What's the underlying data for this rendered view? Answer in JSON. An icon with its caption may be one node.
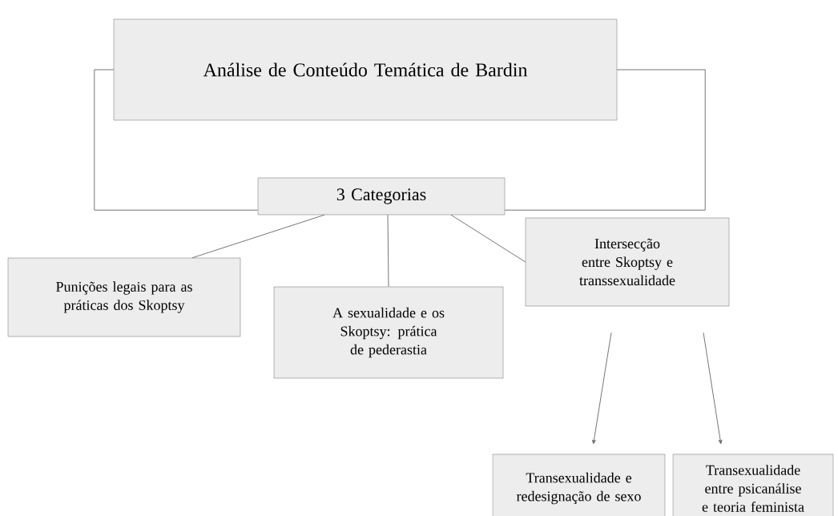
{
  "diagram": {
    "nodes": [
      {
        "text": [
          "Análise de Conteúdo Temática de Bardin"
        ]
      },
      {
        "text": [
          "3 Categorias"
        ]
      },
      {
        "text": [
          "Punições legais para as práticas dos Skoptsy"
        ]
      },
      {
        "text": [
          "A sexualidade e os Skoptsy: prática de pederastia"
        ]
      },
      {
        "text": [
          "Intersecção entre Skoptsy e transsexualidade"
        ]
      },
      {
        "text": [
          "Transexualidade e redesignação de sexo"
        ]
      },
      {
        "text": [
          "Transexualidade entre psicanálise e teoria feminista"
        ]
      }
    ],
    "edges": [
      {
        "from": 0,
        "to": 1,
        "arrow": "none"
      },
      {
        "from": 0,
        "to": 1,
        "arrow": "none"
      },
      {
        "from": 1,
        "to": 2,
        "arrow": "none"
      },
      {
        "from": 1,
        "to": 3,
        "arrow": "none"
      },
      {
        "from": 1,
        "to": 4,
        "arrow": "none"
      },
      {
        "from": 4,
        "to": 5,
        "arrow": "to"
      },
      {
        "from": 4,
        "to": 6,
        "arrow": "to"
      }
    ]
  }
}
